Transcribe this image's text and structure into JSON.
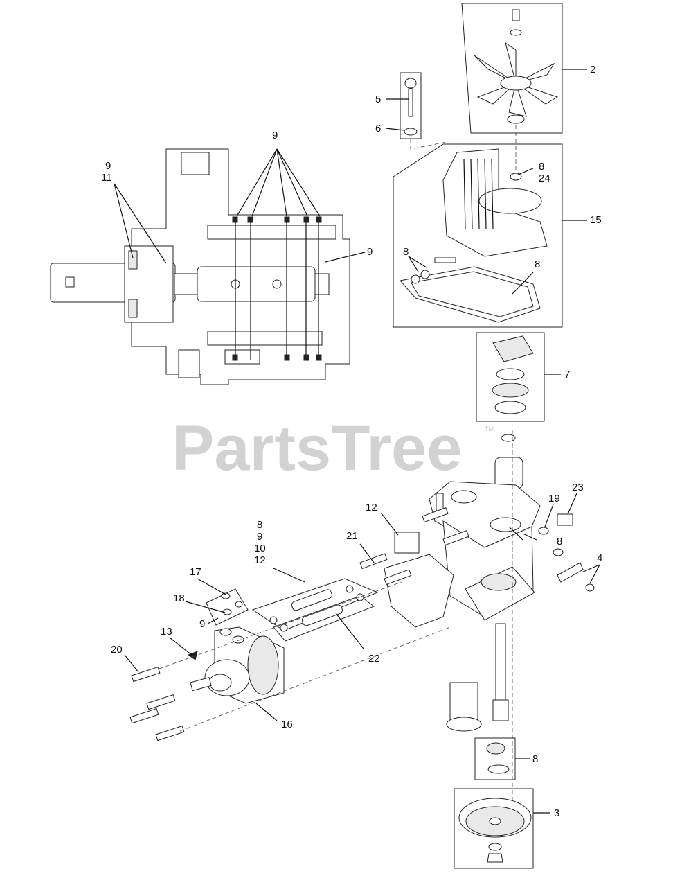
{
  "watermark": {
    "text": "PartsTree",
    "trademark": "TM"
  },
  "callouts": {
    "c2": "2",
    "c3": "3",
    "c4": "4",
    "c5": "5",
    "c6": "6",
    "c7": "7",
    "c8_top_a": "8",
    "c24_top": "24",
    "c8_seal": "8",
    "c8_gasket": "8",
    "c8_stack": "8",
    "c9_stack": "9",
    "c10_stack": "10",
    "c12_stack": "12",
    "c8_fitting": "8",
    "c8_bearing": "8",
    "c9_main": "9",
    "c9_left": "9",
    "c11_left": "11",
    "c9_right": "9",
    "c9_motor": "9",
    "c12_block": "12",
    "c13": "13",
    "c15": "15",
    "c16": "16",
    "c17": "17",
    "c18": "18",
    "c19": "19",
    "c20": "20",
    "c21": "21",
    "c22": "22",
    "c23": "23"
  }
}
